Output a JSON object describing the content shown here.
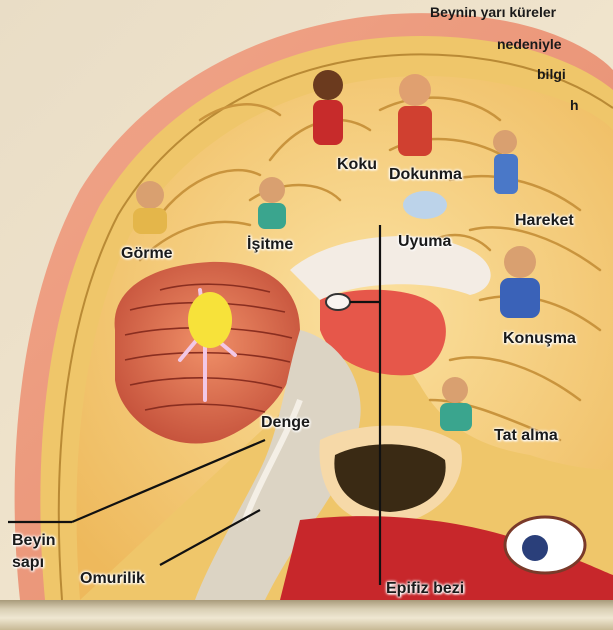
{
  "caption": {
    "line1": "Beynin yarı küreler",
    "line2": "nedeniyle",
    "line3": "bilgi",
    "line4": "h"
  },
  "labels": {
    "koku": "Koku",
    "dokunma": "Dokunma",
    "gorme": "Görme",
    "isitme": "İşitme",
    "uyuma": "Uyuma",
    "hareket": "Hareket",
    "konusma": "Konuşma",
    "denge": "Denge",
    "tat_alma": "Tat alma",
    "beyin_sapi_1": "Beyin",
    "beyin_sapi_2": "sapı",
    "omurilik": "Omurilik",
    "epifiz_bezi": "Epifiz bezi"
  },
  "colors": {
    "background": "#f4e4c6",
    "skull_bone": "#efc66a",
    "brain": "#f6cf74",
    "cerebellum": "#d5644b",
    "skin": "#d94a3a",
    "leader_line": "#111111"
  },
  "figures": [
    "olfaction-figure",
    "touch-figure",
    "vision-figure",
    "hearing-figure",
    "sleep-figure",
    "movement-figure",
    "speech-figure",
    "taste-figure"
  ]
}
